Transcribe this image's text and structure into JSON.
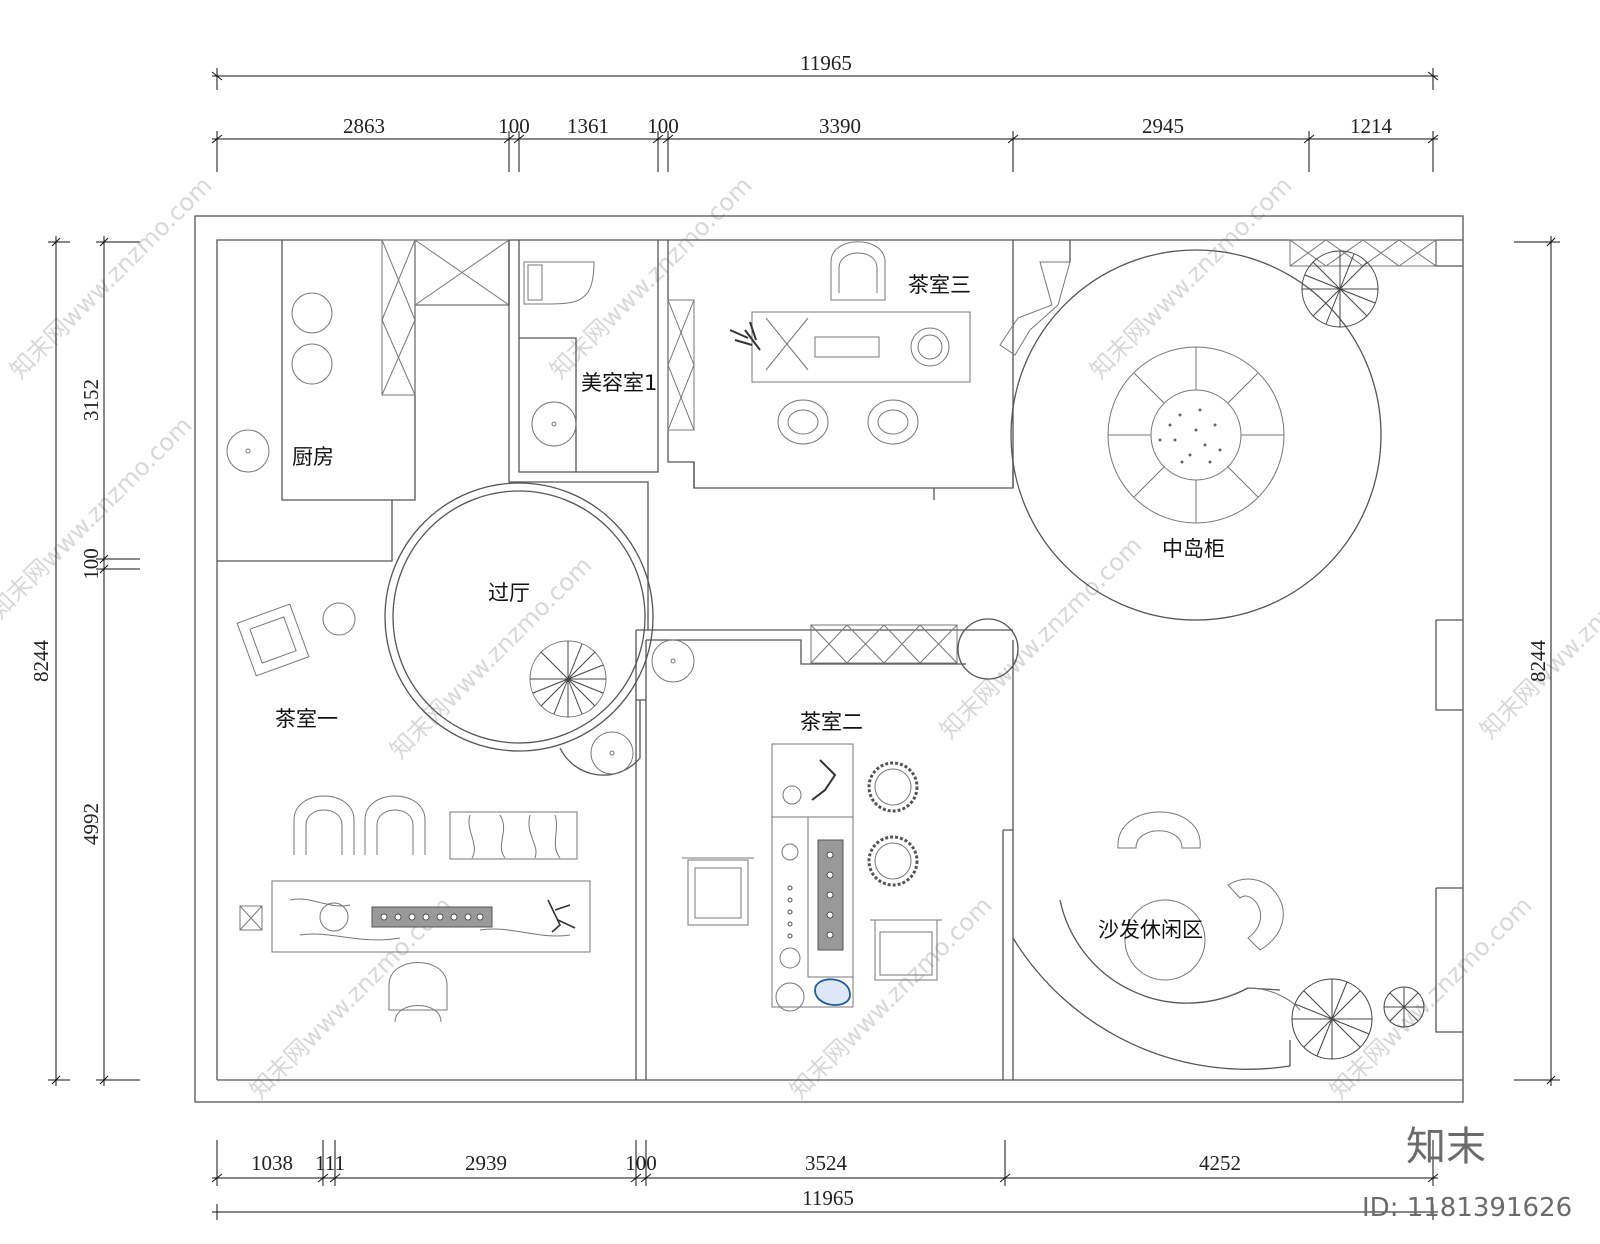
{
  "dimensions": {
    "top_total": "11965",
    "top_segments": [
      "2863",
      "100",
      "1361",
      "100",
      "3390",
      "2945",
      "1214"
    ],
    "bottom_total": "11965",
    "bottom_segments": [
      "1038",
      "111",
      "2939",
      "100",
      "3524",
      "4252"
    ],
    "left_total": "8244",
    "left_segments": [
      "3152",
      "100",
      "4992"
    ],
    "right_total": "8244"
  },
  "rooms": {
    "kitchen": "厨房",
    "beauty_room": "美容室1",
    "tea_room_3": "茶室三",
    "island": "中岛柜",
    "hall": "过厅",
    "tea_room_1": "茶室一",
    "tea_room_2": "茶室二",
    "sofa_area": "沙发休闲区"
  },
  "branding": {
    "logo_text": "知末",
    "id_text": "ID: 1181391626",
    "watermark": "知末网www.znzmo.com"
  }
}
